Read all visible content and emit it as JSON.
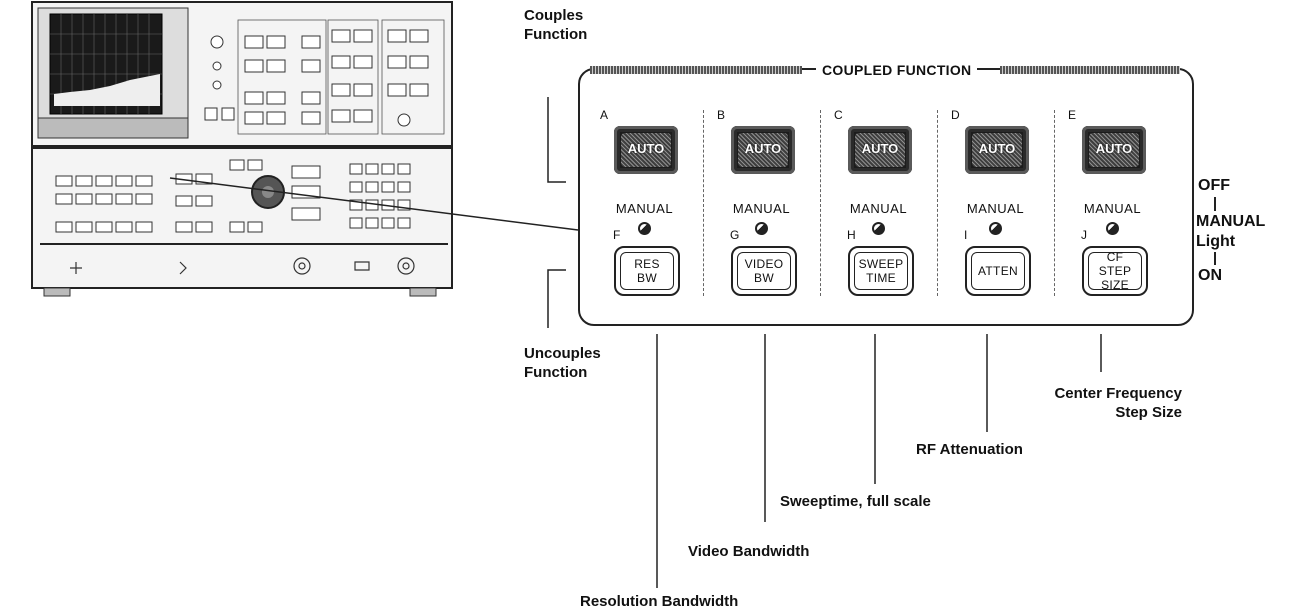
{
  "callouts": {
    "couples_function": "Couples\nFunction",
    "uncouples_function": "Uncouples\nFunction",
    "off": "OFF",
    "manual_light": "MANUAL\nLight",
    "on": "ON",
    "center_frequency": "Center Frequency\nStep Size",
    "rf_attenuation": "RF Attenuation",
    "sweeptime": "Sweeptime, full scale",
    "video_bandwidth": "Video Bandwidth",
    "resolution_bandwidth": "Resolution Bandwidth"
  },
  "panel": {
    "title": "COUPLED FUNCTION",
    "columns": [
      {
        "top_letter": "A",
        "auto_label": "AUTO",
        "manual_label": "MANUAL",
        "low_letter": "F",
        "button_label": "RES\nBW"
      },
      {
        "top_letter": "B",
        "auto_label": "AUTO",
        "manual_label": "MANUAL",
        "low_letter": "G",
        "button_label": "VIDEO\nBW"
      },
      {
        "top_letter": "C",
        "auto_label": "AUTO",
        "manual_label": "MANUAL",
        "low_letter": "H",
        "button_label": "SWEEP\nTIME"
      },
      {
        "top_letter": "D",
        "auto_label": "AUTO",
        "manual_label": "MANUAL",
        "low_letter": "I",
        "button_label": "ATTEN"
      },
      {
        "top_letter": "E",
        "auto_label": "AUTO",
        "manual_label": "MANUAL",
        "low_letter": "J",
        "button_label": "CF STEP\nSIZE"
      }
    ]
  }
}
